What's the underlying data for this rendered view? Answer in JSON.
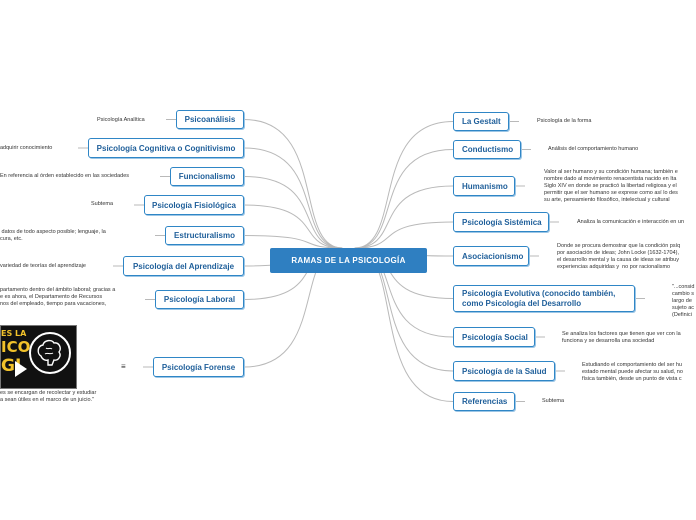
{
  "central": "RAMAS DE LA PSICOLOGÍA",
  "left_branches": [
    {
      "id": "psicoanalisis",
      "label": "Psicoanálisis",
      "note": "Psicología Analítica"
    },
    {
      "id": "cognitiva",
      "label": "Psicología Cognitiva o Cognitivismo",
      "note": "adquirir conocimiento"
    },
    {
      "id": "funcionalismo",
      "label": "Funcionalismo",
      "note": "En referencia al órden establecido en las sociedades"
    },
    {
      "id": "fisiologica",
      "label": "Psicología Fisiológica",
      "note": "Subtema"
    },
    {
      "id": "estructuralismo",
      "label": "Estructuralismo",
      "note": " datos de todo aspecto posible; lenguaje, la\ncura, etc."
    },
    {
      "id": "aprendizaje",
      "label": "Psicología del Aprendizaje",
      "note": "variedad de teorías del aprendizaje"
    },
    {
      "id": "laboral",
      "label": "Psicología Laboral",
      "note": "partamento dentro del ámbito laboral; gracias a\ne es ahora, el Departamento de Recursos\nnos del empleado, tiempo para vacaciones,"
    },
    {
      "id": "forense",
      "label": "Psicología Forense",
      "note": "es se encargan de recolectar y estudiar\na sean útiles en el marco de un juicio.\""
    }
  ],
  "right_branches": [
    {
      "id": "gestalt",
      "label": "La Gestalt",
      "note": "Psicología de la forma"
    },
    {
      "id": "conductismo",
      "label": "Conductismo",
      "note": "Análisis del comportamiento humano"
    },
    {
      "id": "humanismo",
      "label": "Humanismo",
      "note": "Valor al ser humano y su condición humana; también e\nnombre dado al movimiento renacentista nacido en Ita\nSiglo XIV en donde se practicó la libertad religiosa y el\npermitir que el ser humano se exprese como así lo des\nsu arte, pensamiento filosófico, intelectual y cultural"
    },
    {
      "id": "sistemica",
      "label": "Psicología Sistémica",
      "note": "Analiza la comunicación e interacción en un"
    },
    {
      "id": "asociacionismo",
      "label": "Asociacionismo",
      "note": "Donde se procura demostrar que la condición psíq\npor asociación de ideas; John Locke (1632-1704),\nel desarrollo mental y la causa de ideas se atribuy\nexperiencias adquiridas y  no por racionalismo"
    },
    {
      "id": "evolutiva",
      "label": "Psicología Evolutiva (conocido también, como Psicología del Desarrollo",
      "note": "\"...consid\ncambio s\nlargo de\nsujeto ac\n(Definici"
    },
    {
      "id": "social",
      "label": "Psicología Social",
      "note": "Se analiza los factores que tienen que ver con la\nfunciona y se desarrolla una sociedad"
    },
    {
      "id": "salud",
      "label": "Psicología de la Salud",
      "note": "Estudiando el comportamiento del ser hu\nestado mental puede afectar su salud, no\nfísica también, desde un punto de vista c"
    },
    {
      "id": "referencias",
      "label": "Referencias",
      "note": "Subtema"
    }
  ],
  "thumbnail": {
    "line1": "ES LA",
    "line2": "ICO",
    "line3": "GI"
  },
  "note_icon": "≡",
  "colors": {
    "accent": "#2f7fc1",
    "node_border": "#2f86c6",
    "node_text": "#1f5f9a",
    "link": "#b9b9b9"
  }
}
